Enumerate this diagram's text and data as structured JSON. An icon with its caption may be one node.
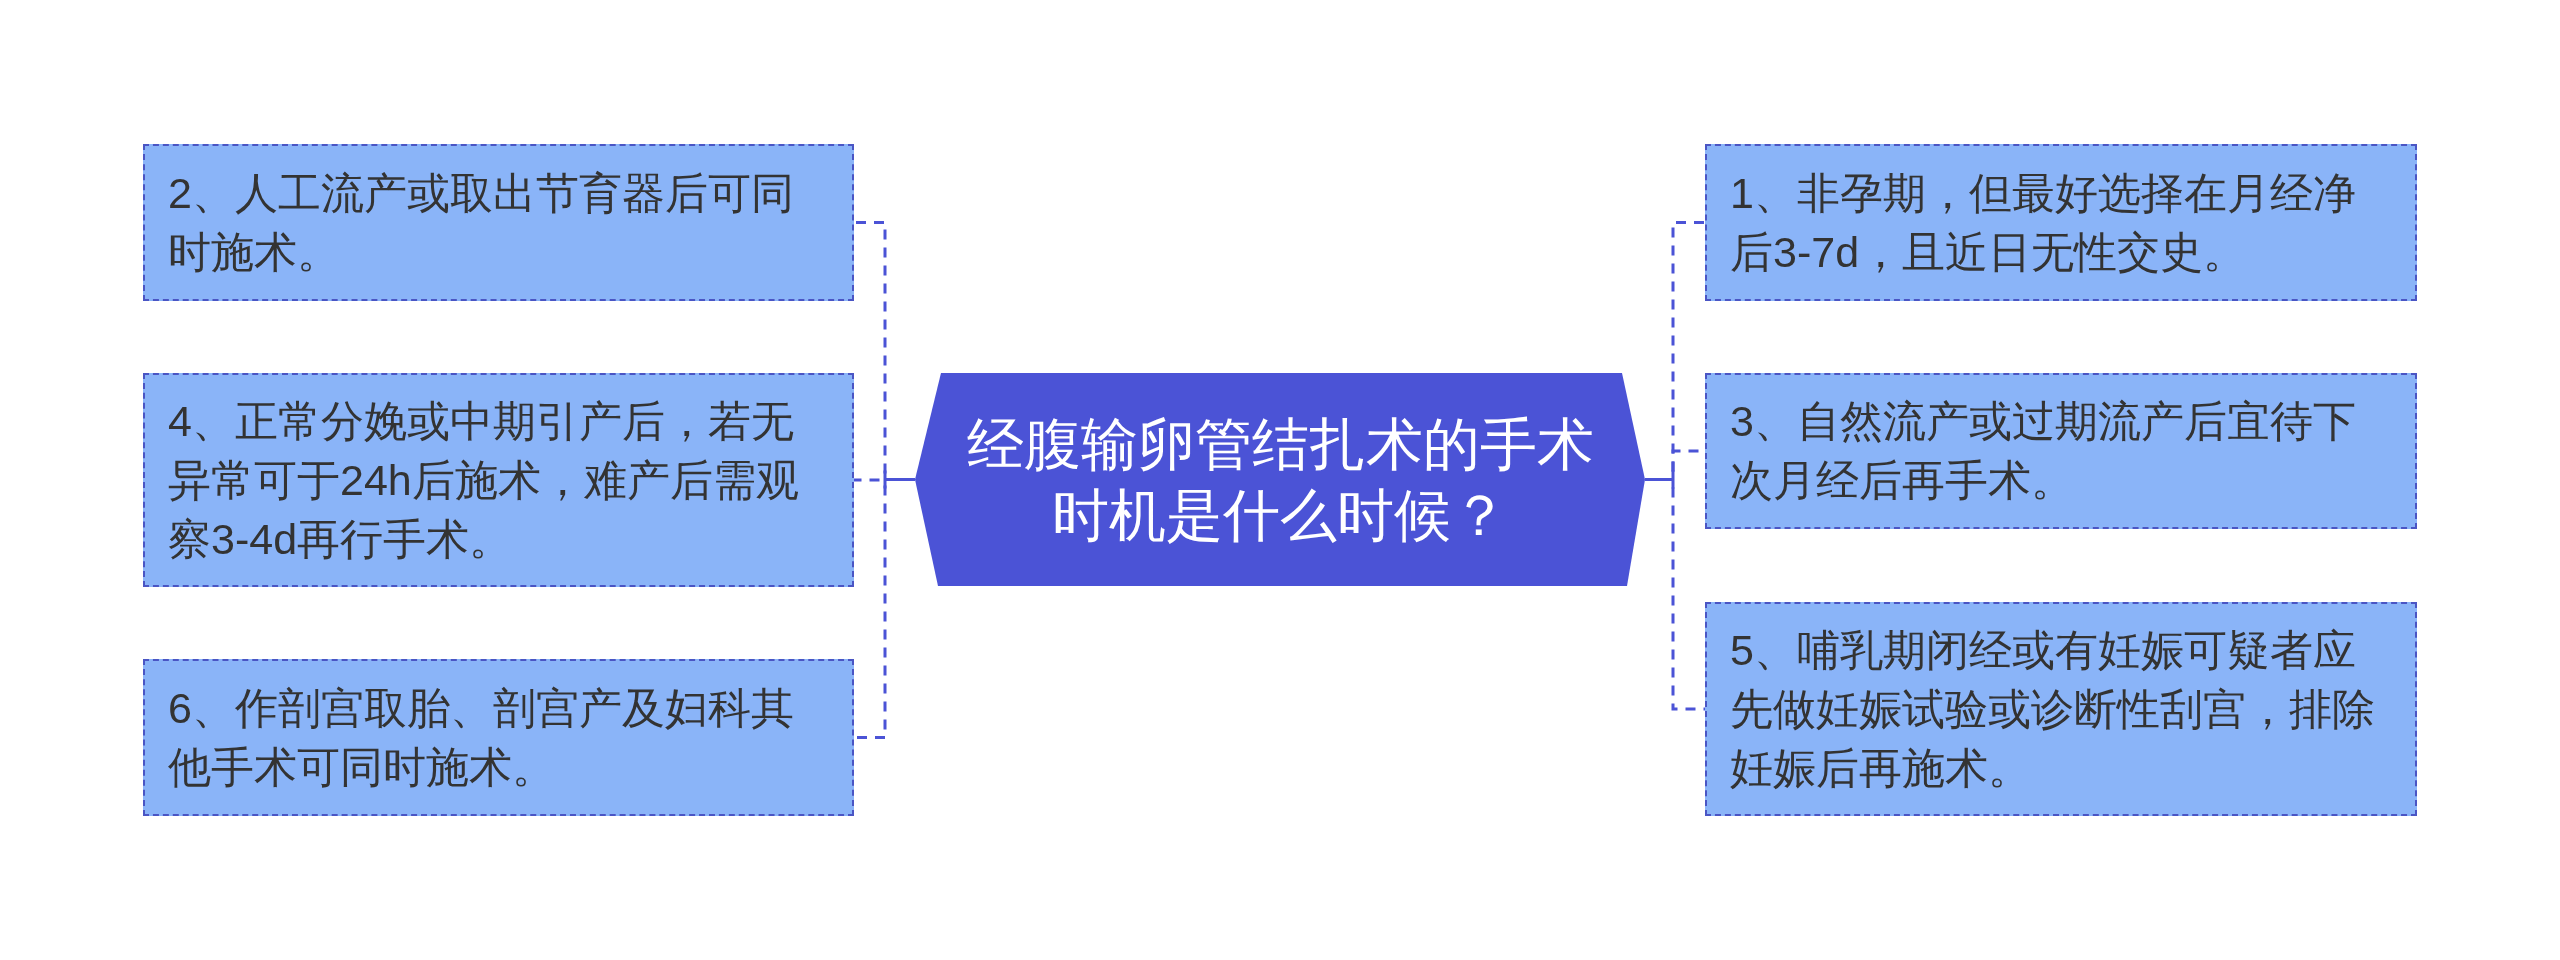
{
  "diagram": {
    "nodes": [
      {
        "text": [
          "经腹输卵管结扎术的手术时机是什么时候？"
        ]
      },
      {
        "text": [
          "1、非孕期，但最好选择在月经净后3-7d，且近日无性交史。"
        ]
      },
      {
        "text": [
          "2、人工流产或取出节育器后可同时施术。"
        ]
      },
      {
        "text": [
          "3、自然流产或过期流产后宜待下次月经后再手术。"
        ]
      },
      {
        "text": [
          "4、正常分娩或中期引产后，若无异常可于24h后施术，难产后需观察3-4d再行手术。"
        ]
      },
      {
        "text": [
          "5、哺乳期闭经或有妊娠可疑者应先做妊娠试验或诊断性刮宫，排除妊娠后再施术。"
        ]
      },
      {
        "text": [
          "6、作剖宫取胎、剖宫产及妇科其他手术可同时施术。"
        ]
      }
    ],
    "edges": [
      {
        "from": 0,
        "to": 1,
        "arrow": "none",
        "style": "dashed"
      },
      {
        "from": 0,
        "to": 2,
        "arrow": "none",
        "style": "dashed"
      },
      {
        "from": 0,
        "to": 3,
        "arrow": "none",
        "style": "dashed"
      },
      {
        "from": 0,
        "to": 4,
        "arrow": "none",
        "style": "dashed"
      },
      {
        "from": 0,
        "to": 5,
        "arrow": "none",
        "style": "dashed"
      },
      {
        "from": 0,
        "to": 6,
        "arrow": "none",
        "style": "dashed"
      }
    ]
  }
}
